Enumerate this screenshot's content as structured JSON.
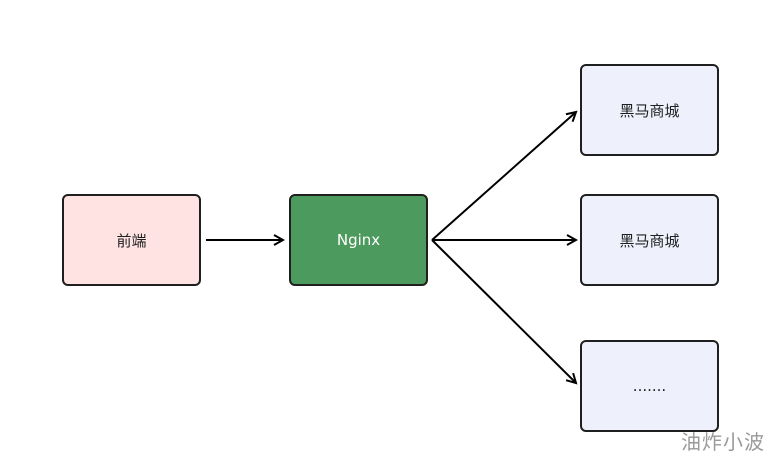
{
  "nodes": {
    "frontend": {
      "label": "前端",
      "fill": "#ffe3e3"
    },
    "nginx": {
      "label": "Nginx",
      "fill": "#4d9a5e"
    },
    "mall_1": {
      "label": "黑马商城",
      "fill": "#eef1fb"
    },
    "mall_2": {
      "label": "黑马商城",
      "fill": "#eef1fb"
    },
    "more": {
      "label": ".......",
      "fill": "#eef1fb"
    }
  },
  "edges": [
    {
      "from": "frontend",
      "to": "nginx"
    },
    {
      "from": "nginx",
      "to": "mall_1"
    },
    {
      "from": "nginx",
      "to": "mall_2"
    },
    {
      "from": "nginx",
      "to": "more"
    }
  ],
  "watermark": "油炸小波"
}
